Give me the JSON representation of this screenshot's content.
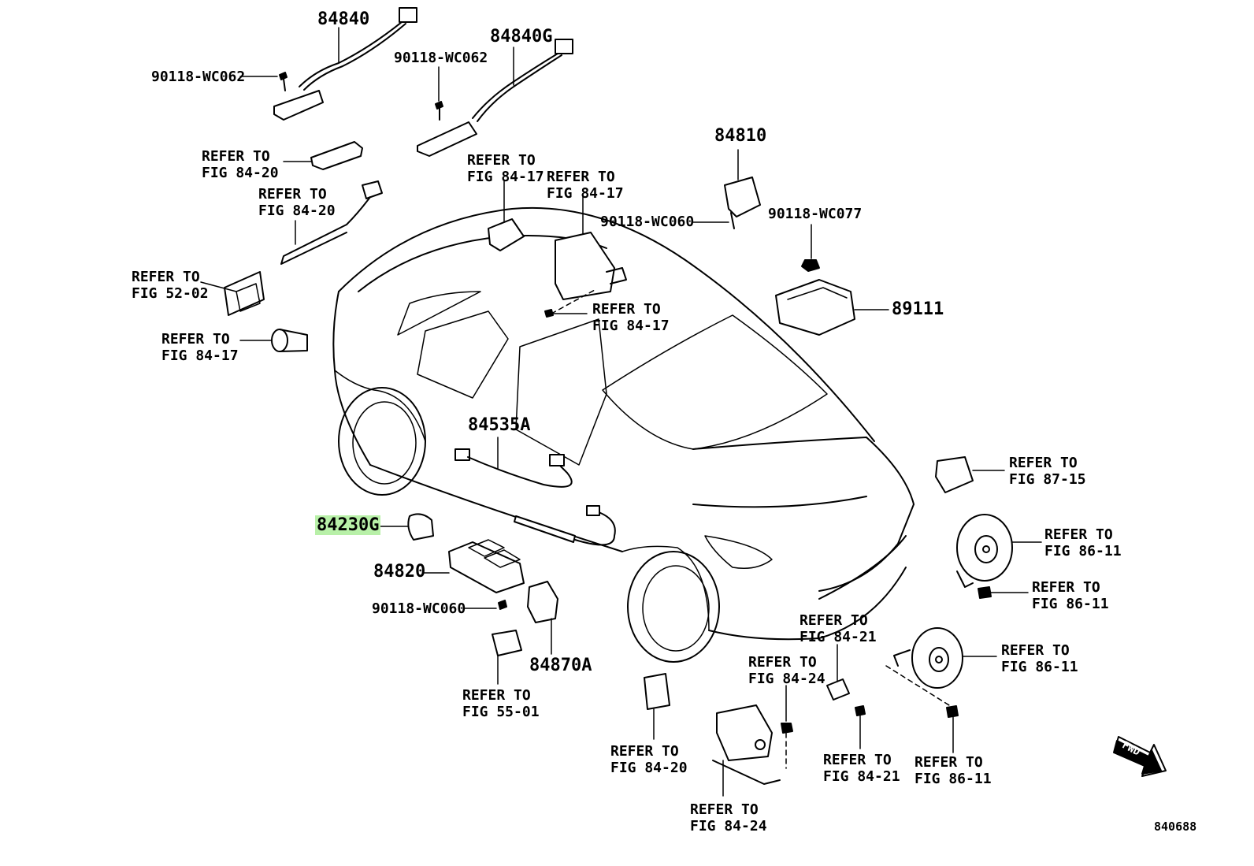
{
  "parts": {
    "p84840": "84840",
    "p84840g": "84840G",
    "p90118_wc062_a": "90118-WC062",
    "p90118_wc062_b": "90118-WC062",
    "p84810": "84810",
    "p90118_wc060_a": "90118-WC060",
    "p90118_wc077": "90118-WC077",
    "p89111": "89111",
    "p84535a": "84535A",
    "p84230g": "84230G",
    "p84820": "84820",
    "p90118_wc060_b": "90118-WC060",
    "p84870a": "84870A"
  },
  "refs": {
    "r1": {
      "line1": "REFER TO",
      "line2": "FIG 84-20"
    },
    "r2": {
      "line1": "REFER TO",
      "line2": "FIG 84-20"
    },
    "r3": {
      "line1": "REFER TO",
      "line2": "FIG 52-02"
    },
    "r4": {
      "line1": "REFER TO",
      "line2": "FIG 84-17"
    },
    "r5": {
      "line1": "REFER TO",
      "line2": "FIG 84-17"
    },
    "r6": {
      "line1": "REFER TO",
      "line2": "FIG 84-17"
    },
    "r7": {
      "line1": "REFER TO",
      "line2": "FIG 84-17"
    },
    "r8": {
      "line1": "REFER TO",
      "line2": "FIG 87-15"
    },
    "r9": {
      "line1": "REFER TO",
      "line2": "FIG 86-11"
    },
    "r10": {
      "line1": "REFER TO",
      "line2": "FIG 86-11"
    },
    "r11": {
      "line1": "REFER TO",
      "line2": "FIG 86-11"
    },
    "r12": {
      "line1": "REFER TO",
      "line2": "FIG 86-11"
    },
    "r13": {
      "line1": "REFER TO",
      "line2": "FIG 84-21"
    },
    "r14": {
      "line1": "REFER TO",
      "line2": "FIG 84-24"
    },
    "r15": {
      "line1": "REFER TO",
      "line2": "FIG 84-21"
    },
    "r16": {
      "line1": "REFER TO",
      "line2": "FIG 84-24"
    },
    "r17": {
      "line1": "REFER TO",
      "line2": "FIG 84-20"
    },
    "r18": {
      "line1": "REFER TO",
      "line2": "FIG 55-01"
    }
  },
  "fwd_badge": "FWD",
  "diagram_code": "840688",
  "colors": {
    "highlight": "#b8f0a8",
    "ink": "#000000"
  }
}
